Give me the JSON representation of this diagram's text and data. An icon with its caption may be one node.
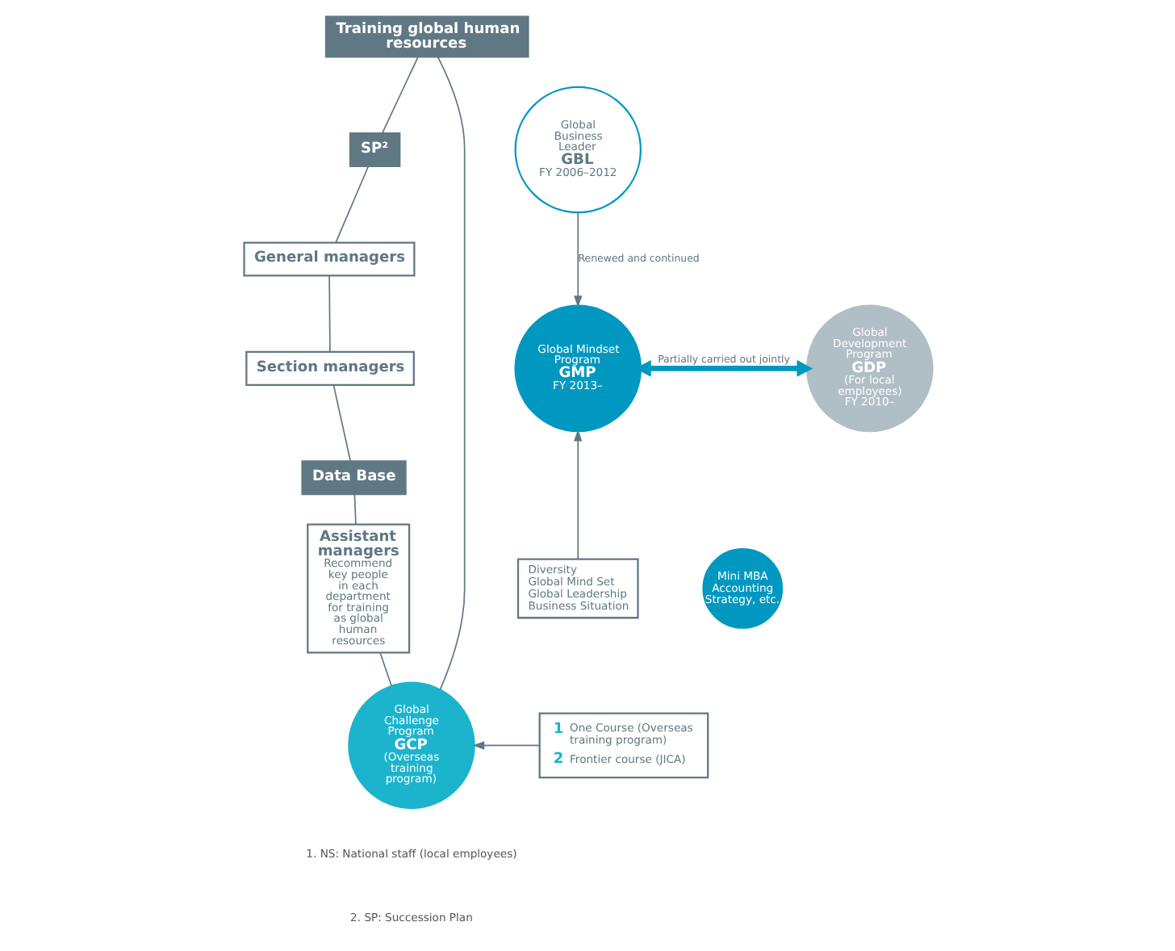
{
  "diagram": {
    "nodes": [
      {
        "text": [
          "Training global human resources"
        ]
      },
      {
        "text": [
          "SP²"
        ]
      },
      {
        "text": [
          "General managers"
        ]
      },
      {
        "text": [
          "Section managers"
        ]
      },
      {
        "text": [
          "Data Base"
        ]
      },
      {
        "text": [
          "Assistant managers",
          "Recommend key people in each department for training as global human resources"
        ]
      },
      {
        "text": [
          "Global Business Leader",
          "GBL",
          "FY 2006–2012"
        ]
      },
      {
        "text": [
          "Global Mindset Program",
          "GMP",
          "FY 2013–"
        ]
      },
      {
        "text": [
          "Global Development Program",
          "GDP",
          "(For local employees)",
          "FY 2010–"
        ]
      },
      {
        "text": [
          "Diversity",
          "Global Mind Set",
          "Global Leadership",
          "Business Situation"
        ]
      },
      {
        "text": [
          "Mini MBA Accounting Strategy, etc."
        ]
      },
      {
        "text": [
          "Global Challenge Program",
          "GCP",
          "(Overseas training program)"
        ]
      },
      {
        "text": [
          "1",
          "One Course (Overseas training program)",
          "2",
          "Frontier course (JICA)"
        ]
      }
    ],
    "edges": [
      {
        "from": 0,
        "to": 1,
        "arrow": "none"
      },
      {
        "from": 1,
        "to": 2,
        "arrow": "none"
      },
      {
        "from": 2,
        "to": 3,
        "arrow": "none"
      },
      {
        "from": 3,
        "to": 4,
        "arrow": "none"
      },
      {
        "from": 4,
        "to": 5,
        "arrow": "none"
      },
      {
        "from": 6,
        "to": 7,
        "arrow": "to",
        "label": "Renewed and continued"
      },
      {
        "from": 7,
        "to": 8,
        "arrow": "both",
        "label": "Partially carried out jointly",
        "style": "thick",
        "color": "#0098c0"
      },
      {
        "from": 9,
        "to": 7,
        "arrow": "to"
      },
      {
        "from": 12,
        "to": 11,
        "arrow": "to"
      },
      {
        "from": 5,
        "to": 11,
        "arrow": "none"
      },
      {
        "from": 11,
        "to": 0,
        "arrow": "none"
      }
    ],
    "labels": [
      "1. NS: National staff (local employees)",
      "2. SP: Succession Plan"
    ]
  }
}
